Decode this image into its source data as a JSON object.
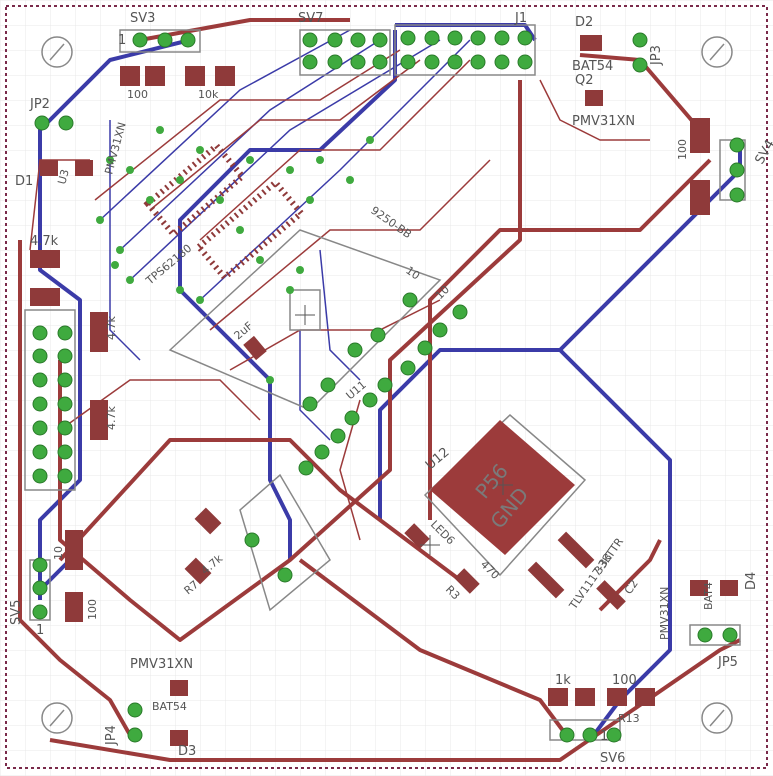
{
  "colors": {
    "top_copper": "#9c3b3b",
    "bottom_copper": "#3b3ba8",
    "pad": "#3faa3f",
    "smd": "#8f3a3a",
    "silk": "#888888",
    "grid": "#e6e6e6",
    "outline": "#7a2a4a"
  },
  "labels": {
    "sv3_top": "SV3",
    "sv7": "SV7",
    "j1": "J1",
    "d2": "D2",
    "jp3": "JP3",
    "bat54": "BAT54",
    "q2": "Q2",
    "pmv_top": "PMV31XN",
    "jp2": "JP2",
    "r100_top": "100",
    "r10k_top": "10k",
    "pmv_left": "PMV31XN",
    "d1": "D1",
    "u3": "U3",
    "r47k": "4.7k",
    "tps": "TPS62180",
    "mpu": "9250-BB",
    "ten_a": "10",
    "ten_b": "10",
    "cap2u": "2uF",
    "u11": "U11",
    "r4k7_mid": "4.7k",
    "r4k7_mid2": "4.7k",
    "r4k7_low": "4.7k",
    "r7": "R7",
    "u12": "U12",
    "p56": "P56",
    "gnd": "GND",
    "led6": "LED6",
    "r470": "470",
    "r3": "R3",
    "tl": "TLV1117-33",
    "lm": "33KTTR",
    "c2": "C2",
    "pmv_right": "PMV31XN",
    "d4": "D4",
    "bat4": "BAT4",
    "jp5": "JP5",
    "sv4": "SV4",
    "r100_right": "100",
    "r100_br": "100",
    "r1k": "1k",
    "r13": "R13",
    "sv6": "SV6",
    "sv5": "SV5",
    "r10_left": "10",
    "r100_left": "100",
    "pmv_bottom": "PMV31XN",
    "bat_bottom": "BAT54",
    "jp4": "JP4",
    "d3": "D3",
    "one_a": "1",
    "one_b": "1",
    "one_c": "1"
  }
}
